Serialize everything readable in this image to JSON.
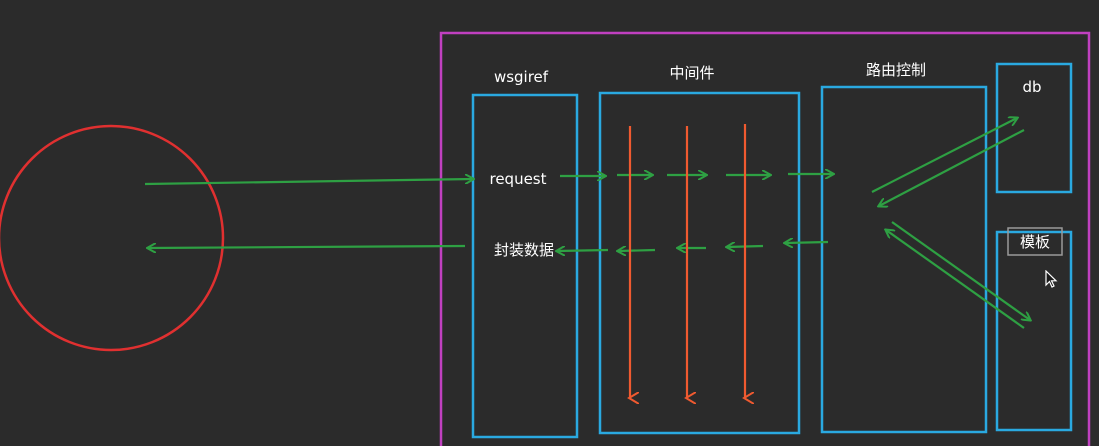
{
  "labels": {
    "wsgiref": "wsgiref",
    "middleware": "中间件",
    "routing": "路由控制",
    "db": "db",
    "template": "模板",
    "request": "request",
    "package_data": "封装数据"
  },
  "colors": {
    "background": "#2b2b2b",
    "outer_frame": "#c040c0",
    "component_box": "#2aa9e0",
    "client_circle": "#e03030",
    "flow_arrow": "#2ea043",
    "middleware_arrow": "#f05a30",
    "text": "#ffffff"
  },
  "icons": {
    "cursor": "mouse-pointer-icon"
  }
}
